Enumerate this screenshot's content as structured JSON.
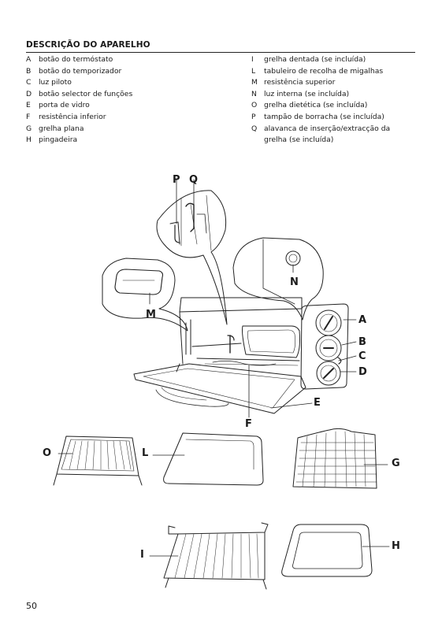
{
  "section_title": "DESCRIÇÃO DO APARELHO",
  "parts_left": [
    {
      "key": "A",
      "text": "botão do termóstato"
    },
    {
      "key": "B",
      "text": "botão do temporizador"
    },
    {
      "key": "C",
      "text": "luz piloto"
    },
    {
      "key": "D",
      "text": "botão selector de funções"
    },
    {
      "key": "E",
      "text": "porta de vidro"
    },
    {
      "key": "F",
      "text": "resistência inferior"
    },
    {
      "key": "G",
      "text": "grelha plana"
    },
    {
      "key": "H",
      "text": "pingadeira"
    }
  ],
  "parts_right": [
    {
      "key": "I",
      "text": "grelha dentada (se incluída)"
    },
    {
      "key": "L",
      "text": "tabuleiro de recolha de migalhas"
    },
    {
      "key": "M",
      "text": "resistência superior"
    },
    {
      "key": "N",
      "text": "luz interna (se incluída)"
    },
    {
      "key": "O",
      "text": "grelha dietética (se incluída)"
    },
    {
      "key": "P",
      "text": "tampão de borracha (se incluída)"
    },
    {
      "key": "Q",
      "text": "alavanca de inserção/extracção da"
    },
    {
      "key": "",
      "text": "grelha (se incluída)"
    }
  ],
  "callouts": {
    "P": "P",
    "Q": "Q",
    "N": "N",
    "M": "M",
    "A": "A",
    "B": "B",
    "C": "C",
    "D": "D",
    "E": "E",
    "F": "F",
    "O": "O",
    "L": "L",
    "G": "G",
    "I": "I",
    "H": "H"
  },
  "page_number": "50"
}
